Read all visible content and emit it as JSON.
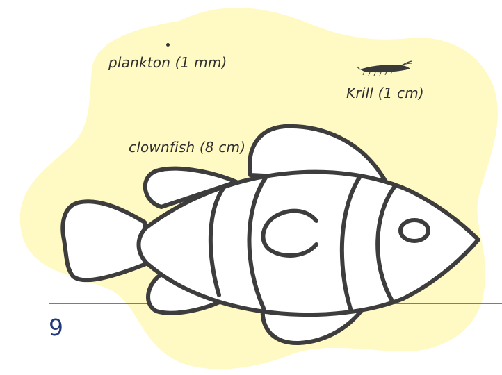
{
  "labels": {
    "plankton": "plankton (1 mm)",
    "krill": "Krill (1 cm)",
    "clownfish": "clownfish (8 cm)"
  },
  "page": {
    "number": "9"
  },
  "colors": {
    "blob": "#fff9c4",
    "outline": "#3d3d3d",
    "fish_fill": "#ffffff",
    "divider": "#1a9ed6",
    "page_number": "#233a7a"
  },
  "icons": {
    "plankton": "plankton-dot-icon",
    "krill": "krill-icon",
    "clownfish": "clownfish-outline"
  }
}
